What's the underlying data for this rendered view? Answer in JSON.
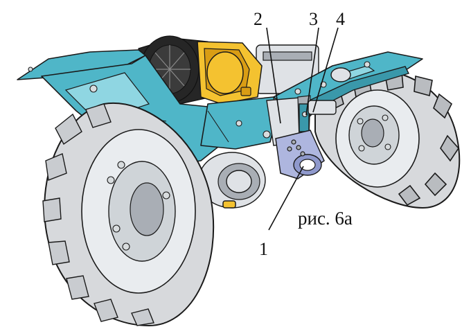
{
  "diagram": {
    "callouts": [
      {
        "id": "1",
        "label": "1"
      },
      {
        "id": "2",
        "label": "2"
      },
      {
        "id": "3",
        "label": "3"
      },
      {
        "id": "4",
        "label": "4"
      }
    ],
    "caption": "рис. 6а",
    "colors": {
      "frame": "#4fb6c8",
      "pipe": "#aeb6df",
      "engine_housing": "#f4c230",
      "tire": "#d7d9dc"
    }
  }
}
